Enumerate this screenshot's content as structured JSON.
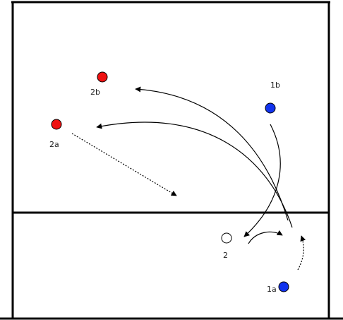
{
  "colors": {
    "red_player": "#ee1111",
    "blue_player": "#1133ee",
    "neutral_player": "#ffffff",
    "line": "#000000"
  },
  "players": {
    "p2b": {
      "label": "2b",
      "color": "red"
    },
    "p2a": {
      "label": "2a",
      "color": "red"
    },
    "p1b": {
      "label": "1b",
      "color": "blue"
    },
    "p2": {
      "label": "2",
      "color": "white"
    },
    "p1a": {
      "label": "1a",
      "color": "blue"
    }
  }
}
